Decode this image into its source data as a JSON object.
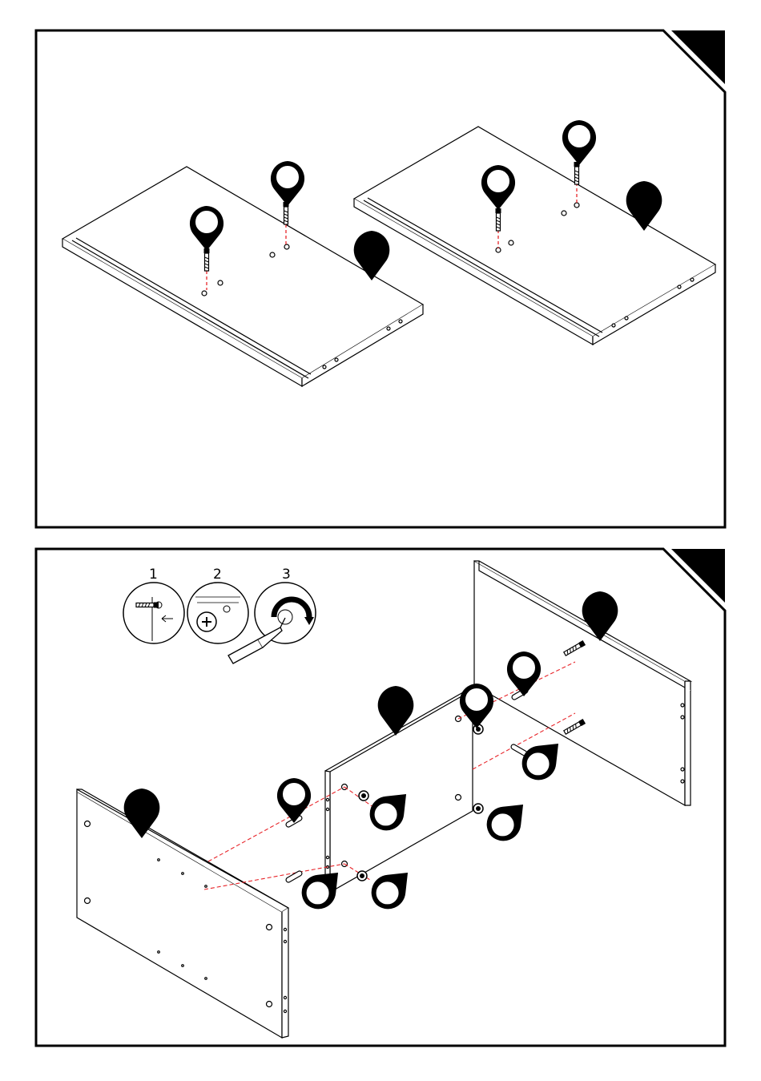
{
  "panels": [
    {
      "step_badge": ""
    },
    {
      "step_badge": ""
    }
  ],
  "detail_steps": [
    "1",
    "2",
    "3"
  ],
  "callouts": {
    "filled_pins": 5,
    "open_pins": 12
  },
  "colors": {
    "line": "#000000",
    "dashed_guide": "#e8252a",
    "background": "#ffffff"
  }
}
